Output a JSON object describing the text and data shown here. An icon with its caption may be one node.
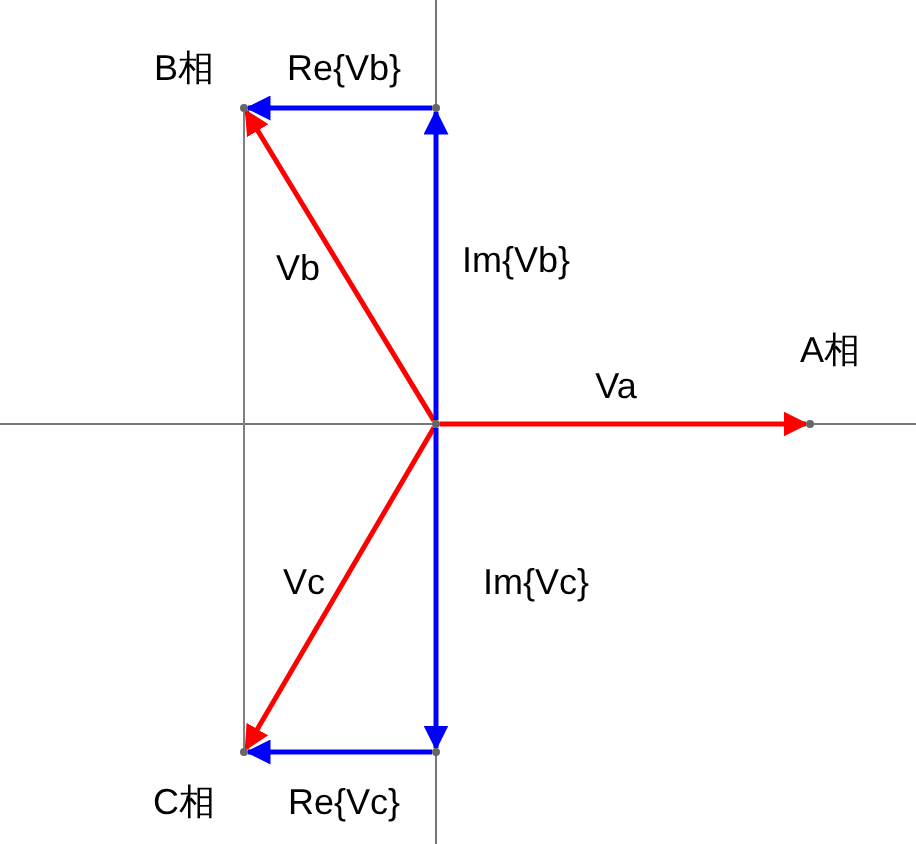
{
  "diagram": {
    "nodes": [
      {
        "text": [],
        "shape": "point",
        "beside": [
          "B相"
        ]
      },
      {
        "text": [],
        "shape": "point"
      },
      {
        "text": [],
        "shape": "point"
      },
      {
        "text": [],
        "shape": "point",
        "beside": [
          "A相"
        ]
      },
      {
        "text": [],
        "shape": "point",
        "beside": [
          "C相"
        ]
      },
      {
        "text": [],
        "shape": "point"
      }
    ],
    "edges": [
      {
        "from": 2,
        "to": 3,
        "arrow": "to",
        "label": "Va",
        "color": "#ff0000"
      },
      {
        "from": 2,
        "to": 0,
        "arrow": "to",
        "label": "Vb",
        "color": "#ff0000"
      },
      {
        "from": 2,
        "to": 4,
        "arrow": "to",
        "label": "Vc",
        "color": "#ff0000"
      },
      {
        "from": 2,
        "to": 1,
        "arrow": "to",
        "label": "Im{Vb}",
        "color": "#0000ff"
      },
      {
        "from": 1,
        "to": 0,
        "arrow": "to",
        "label": "Re{Vb}",
        "color": "#0000ff"
      },
      {
        "from": 2,
        "to": 5,
        "arrow": "to",
        "label": "Im{Vc}",
        "color": "#0000ff"
      },
      {
        "from": 5,
        "to": 4,
        "arrow": "to",
        "label": "Re{Vc}",
        "color": "#0000ff"
      },
      {
        "from": 0,
        "to": 4,
        "arrow": "none",
        "color": "#808080"
      }
    ]
  }
}
